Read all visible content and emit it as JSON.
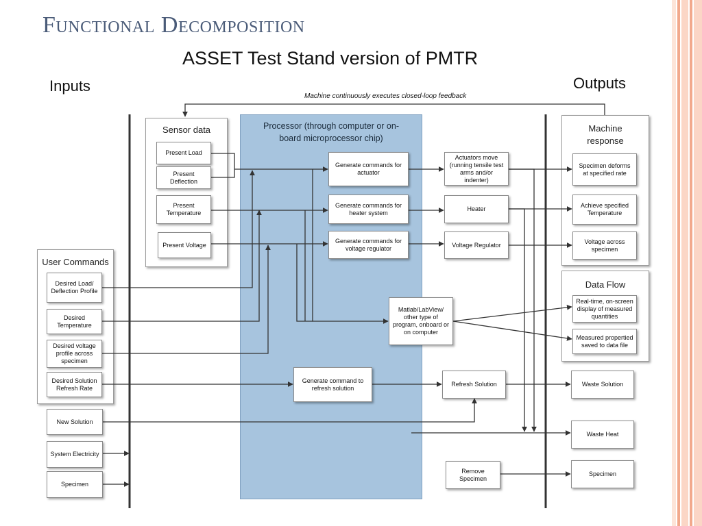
{
  "slide": {
    "title": "Functional Decomposition",
    "diagram_title": "ASSET Test Stand version of PMTR",
    "inputs_label": "Inputs",
    "outputs_label": "Outputs",
    "feedback_label": "Machine continuously executes closed-loop feedback"
  },
  "groups": {
    "sensor_data": "Sensor data",
    "processor": "Processor (through computer or on-board microprocessor chip)",
    "user_commands": "User Commands",
    "machine_response": "Machine response",
    "data_flow": "Data Flow"
  },
  "sensor": {
    "present_load": "Present Load",
    "present_deflection": "Present Deflection",
    "present_temperature": "Present Temperature",
    "present_voltage": "Present Voltage"
  },
  "user_commands": {
    "desired_load": "Desired Load/ Deflection Profile",
    "desired_temperature": "Desired Temperature",
    "desired_voltage": "Desired voltage profile across specimen",
    "desired_refresh": "Desired Solution Refresh Rate"
  },
  "other_inputs": {
    "new_solution": "New Solution",
    "system_electricity": "System Electricity",
    "specimen": "Specimen"
  },
  "processor": {
    "gen_actuator": "Generate commands for actuator",
    "gen_heater": "Generate commands for heater system",
    "gen_voltage": "Generate commands for voltage regulator",
    "matlab": "Matlab/LabView/ other type of program, onboard or on computer",
    "gen_refresh": "Generate command to refresh solution"
  },
  "hardware": {
    "actuators": "Actuators move (running tensile test arms and/or indenter)",
    "heater": "Heater",
    "voltage_regulator": "Voltage Regulator",
    "refresh_solution": "Refresh Solution",
    "remove_specimen": "Remove Specimen"
  },
  "outputs": {
    "specimen_deforms": "Specimen deforms at specified rate",
    "achieve_temperature": "Achieve specified Temperature",
    "voltage_across": "Voltage across specimen",
    "realtime_display": "Real-time, on-screen display of measured quantities",
    "measured_saved": "Measured propertied saved to data file",
    "waste_solution": "Waste Solution",
    "waste_heat": "Waste Heat",
    "specimen_out": "Specimen"
  },
  "colors": {
    "title": "#4a5b78",
    "processor_fill": "#a7c4de",
    "stripe_light": "#fbd6c6",
    "stripe_accent": "#f2a98c"
  }
}
